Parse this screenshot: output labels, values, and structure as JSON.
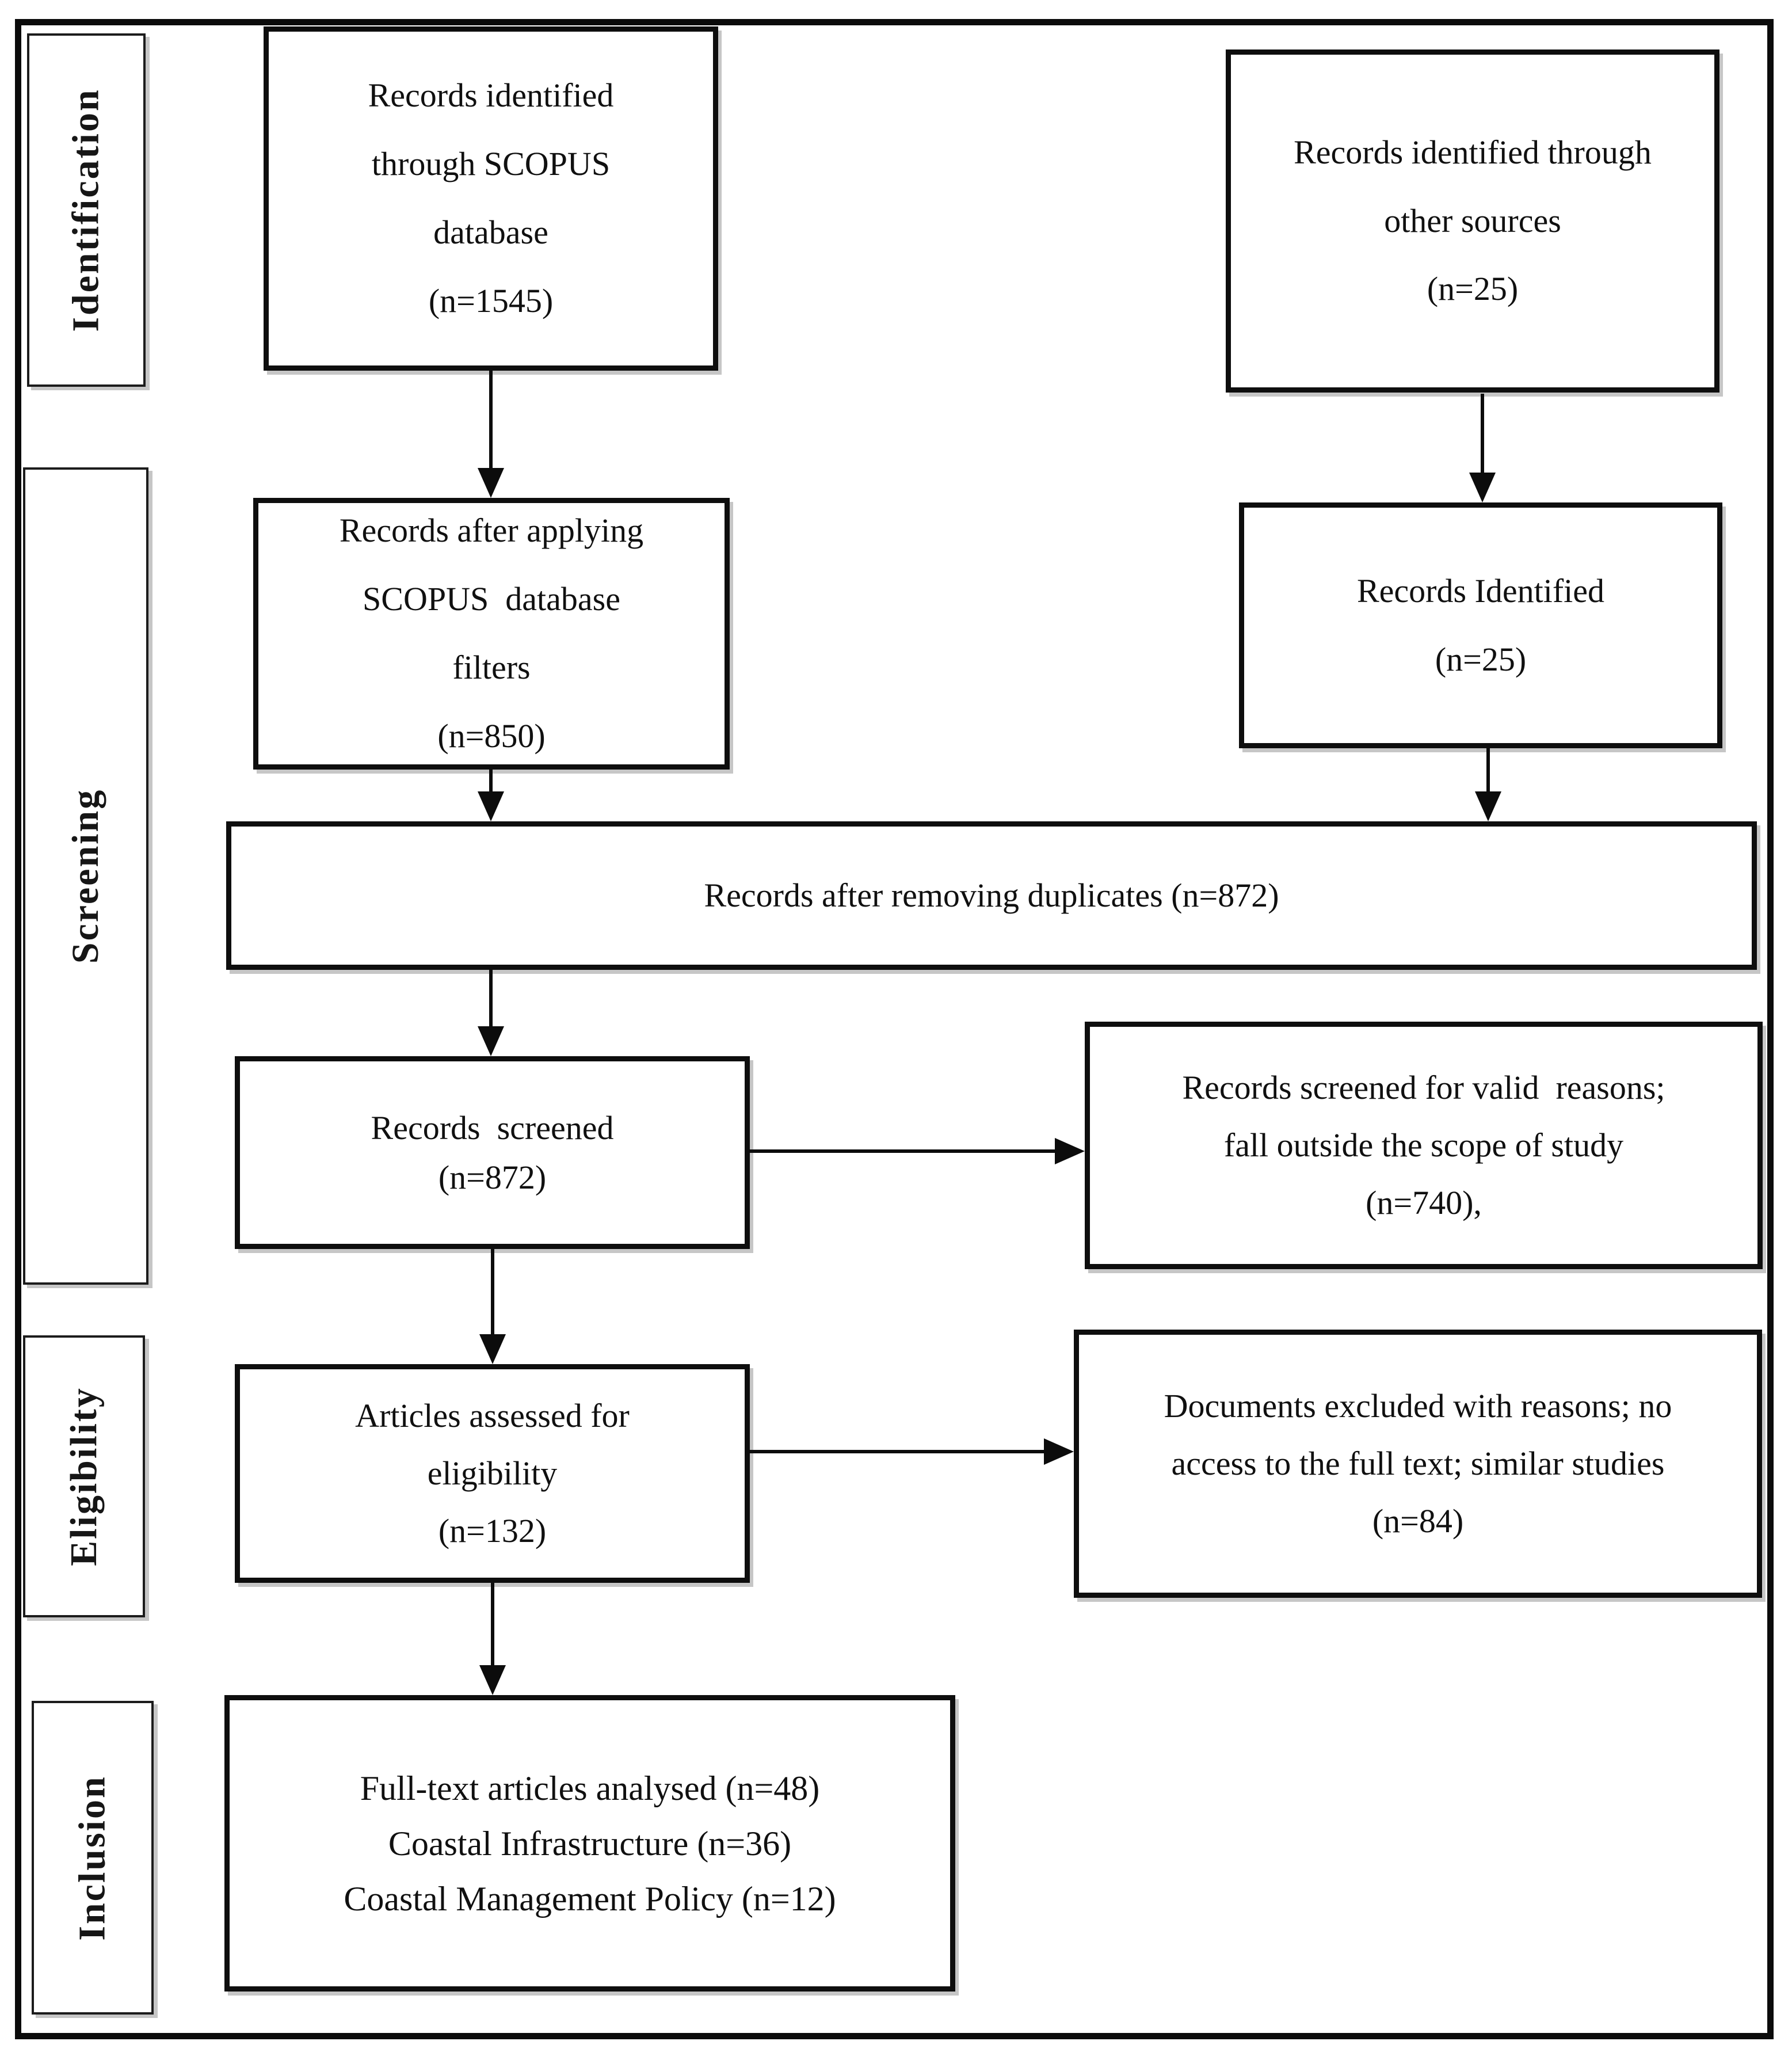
{
  "diagram_type": "prisma-flow-diagram",
  "stage_labels": {
    "identification": "Identification",
    "screening": "Screening",
    "eligibility": "Eligibility",
    "inclusion": "Inclusion"
  },
  "boxes": {
    "scopus": {
      "lines": [
        "Records identified",
        "through SCOPUS",
        "database",
        "(n=1545)"
      ],
      "n": 1545
    },
    "other_sources": {
      "lines": [
        "Records identified through",
        "other sources",
        "(n=25)"
      ],
      "n": 25
    },
    "scopus_filters": {
      "lines": [
        "Records after applying",
        "SCOPUS  database",
        "filters",
        "(n=850)"
      ],
      "n": 850
    },
    "records_identified": {
      "lines": [
        "Records Identified",
        "(n=25)"
      ],
      "n": 25
    },
    "duplicates_removed": {
      "lines": [
        "Records after removing duplicates (n=872)"
      ],
      "n": 872
    },
    "records_screened": {
      "lines": [
        "Records  screened",
        "(n=872)"
      ],
      "n": 872
    },
    "screened_excluded": {
      "lines": [
        "Records screened for valid  reasons;",
        "fall outside the scope of study",
        "(n=740),"
      ],
      "n": 740
    },
    "articles_assessed": {
      "lines": [
        "Articles assessed for",
        "eligibility",
        "(n=132)"
      ],
      "n": 132
    },
    "documents_excluded": {
      "lines": [
        "Documents excluded with reasons; no",
        "access to the full text; similar studies",
        "(n=84)"
      ],
      "n": 84
    },
    "fulltext_analysed": {
      "lines": [
        "Full-text articles analysed (n=48)",
        "Coastal Infrastructure (n=36)",
        "Coastal Management Policy (n=12)"
      ],
      "n": 48
    }
  },
  "colors": {
    "line": "#0c0c0c",
    "background": "#ffffff",
    "shadow": "#c6c6c6"
  }
}
